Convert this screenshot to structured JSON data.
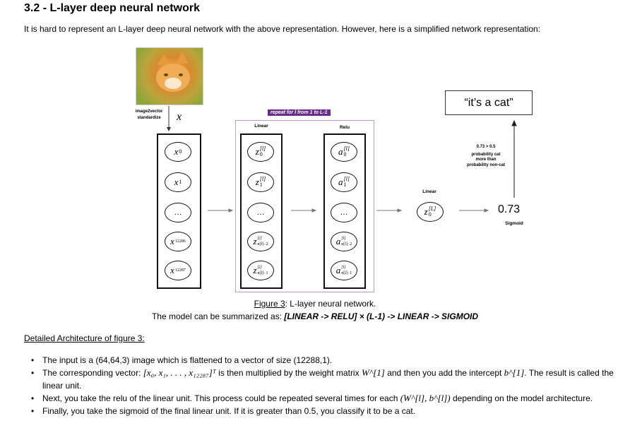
{
  "heading": "3.2 - L-layer deep neural network",
  "intro": "It is hard to represent an L-layer deep neural network with the above representation. However, here is a simplified network representation:",
  "diagram": {
    "preprocess_label_1": "image2vector",
    "preprocess_label_2": "standardize",
    "x_symbol": "x",
    "repeat_label": "repeat for l from 1 to L-1",
    "linear_label": "Linear",
    "relu_label": "Relu",
    "input_nodes": [
      {
        "main": "x",
        "sub": "0",
        "sup": ""
      },
      {
        "main": "x",
        "sub": "1",
        "sup": ""
      },
      {
        "main": "…",
        "sub": "",
        "sup": ""
      },
      {
        "main": "x",
        "sub": "12286",
        "sup": ""
      },
      {
        "main": "x",
        "sub": "12287",
        "sup": ""
      }
    ],
    "linear_nodes": [
      {
        "main": "z",
        "sub": "0",
        "sup": "[l]"
      },
      {
        "main": "z",
        "sub": "1",
        "sup": "[l]"
      },
      {
        "main": "…",
        "sub": "",
        "sup": ""
      },
      {
        "main": "z",
        "sub": "n[l]−2",
        "sup": "[l]"
      },
      {
        "main": "z",
        "sub": "n[l]−1",
        "sup": "[l]"
      }
    ],
    "relu_nodes": [
      {
        "main": "a",
        "sub": "0",
        "sup": "[l]"
      },
      {
        "main": "a",
        "sub": "1",
        "sup": "[l]"
      },
      {
        "main": "…",
        "sub": "",
        "sup": ""
      },
      {
        "main": "a",
        "sub": "n[l]−2",
        "sup": "[l]"
      },
      {
        "main": "a",
        "sub": "n[l]−1",
        "sup": "[l]"
      }
    ],
    "final_linear_label": "Linear",
    "final_node": {
      "main": "z",
      "sub": "0",
      "sup": "[L]"
    },
    "output_value": "0.73",
    "sigmoid_label": "Sigmoid",
    "decision_1": "0.73 > 0.5",
    "decision_2": "probability cat",
    "decision_3": "more than",
    "decision_4": "probability non-cat",
    "result_text": "“it’s a cat”"
  },
  "caption": {
    "figure_label": "Figure 3",
    "figure_text": ": L-layer neural network.",
    "summary_prefix": "The model can be summarized as: ",
    "summary_formula": "[LINEAR -> RELU] × (L-1) -> LINEAR -> SIGMOID"
  },
  "detail_heading": "Detailed Architecture of figure 3:",
  "bullets": {
    "b1": "The input is a (64,64,3) image which is flattened to a vector of size (12288,1).",
    "b2_a": "The corresponding vector: ",
    "b2_math1": "[x₀, x₁, . . . , x₁₂₂₈₇]ᵀ",
    "b2_b": " is then multiplied by the weight matrix ",
    "b2_math2": "W^[1]",
    "b2_c": " and then you add the intercept ",
    "b2_math3": "b^[1]",
    "b2_d": ". The result is called the linear unit.",
    "b3_a": "Next, you take the relu of the linear unit. This process could be repeated several times for each ",
    "b3_math": "(W^[l], b^[l])",
    "b3_b": " depending on the model architecture.",
    "b4": "Finally, you take the sigmoid of the final linear unit. If it is greater than 0.5, you classify it to be a cat."
  }
}
